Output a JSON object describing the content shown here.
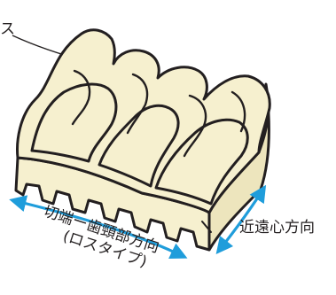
{
  "labels": {
    "partial_top_left": "ス",
    "mesiodistal": "近遠心方向",
    "incisal_gingival_line1": "切端ー歯頸部方向",
    "incisal_gingival_line2": "(ロスタイプ)"
  },
  "colors": {
    "object_fill": "#f6f0cf",
    "object_fill_side": "#ede5bd",
    "outline": "#231f20",
    "arrow": "#1f9ddb"
  }
}
